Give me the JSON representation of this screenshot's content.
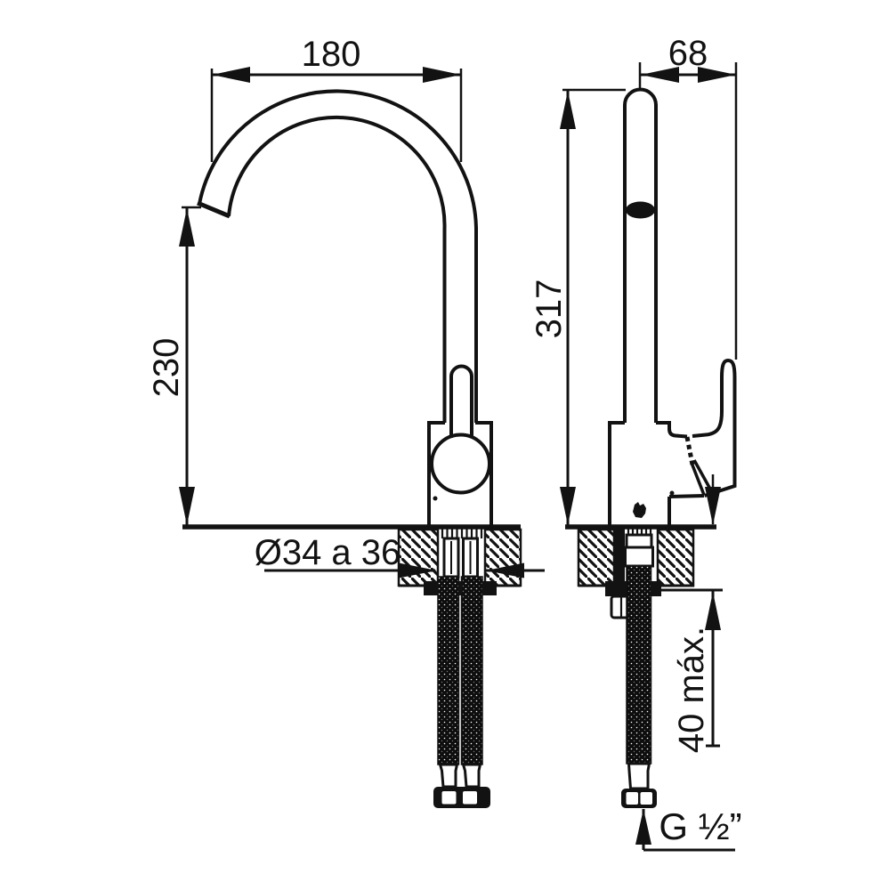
{
  "drawing": {
    "background": "#ffffff",
    "line_color": "#121212",
    "views": {
      "front": {
        "spout_reach_mm": "180",
        "spout_height_mm": "230",
        "hole_diameter_label": "Ø34 a 36"
      },
      "side": {
        "handle_reach_mm": "68",
        "total_height_mm": "317",
        "max_deck_thickness_label": "40 máx.",
        "supply_thread_label": "G ½”"
      }
    }
  }
}
